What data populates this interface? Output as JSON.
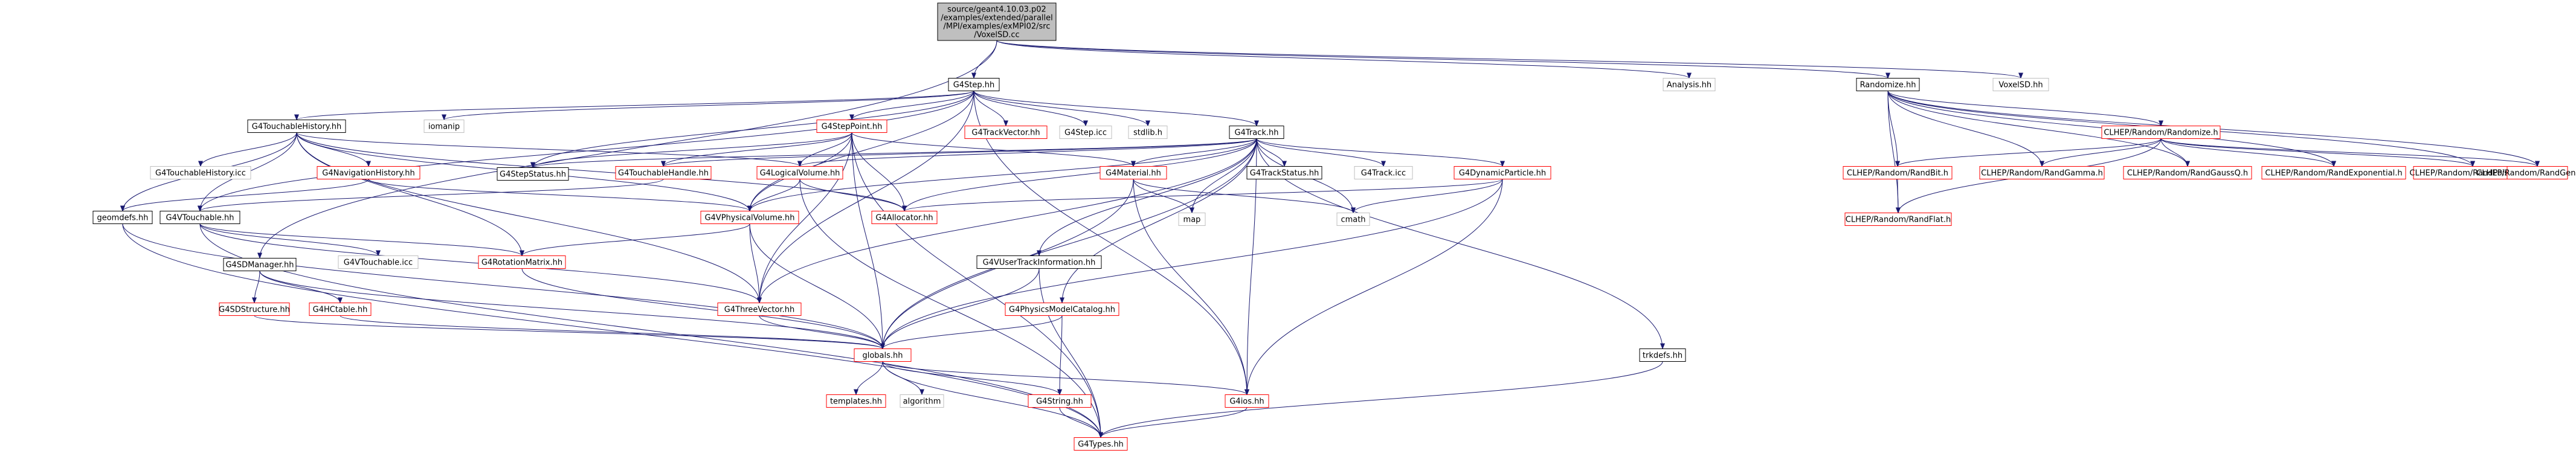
{
  "graph": {
    "colors": {
      "background": "#ffffff",
      "text": "#000000",
      "edge": "#191970",
      "root_fill": "#bfbfbf",
      "normal_border": "#000000",
      "unexpanded_border": "#ff0000",
      "leaf_border": "#bfbfbf"
    },
    "root": {
      "id": "root",
      "lines": [
        "source/geant4.10.03.p02",
        "/examples/extended/parallel",
        "/MPI/examples/exMPI02/src",
        "/VoxelSD.cc"
      ]
    },
    "nodes": [
      {
        "id": "g4step",
        "label": "G4Step.hh",
        "style": "normal"
      },
      {
        "id": "randomize",
        "label": "Randomize.hh",
        "style": "normal"
      },
      {
        "id": "analysis",
        "label": "Analysis.hh",
        "style": "leaf"
      },
      {
        "id": "voxelsd",
        "label": "VoxelSD.hh",
        "style": "leaf"
      },
      {
        "id": "g4touchhist",
        "label": "G4TouchableHistory.hh",
        "style": "normal"
      },
      {
        "id": "iomanip",
        "label": "iomanip",
        "style": "leaf"
      },
      {
        "id": "g4steppoint",
        "label": "G4StepPoint.hh",
        "style": "red"
      },
      {
        "id": "g4trackvector",
        "label": "G4TrackVector.hh",
        "style": "red"
      },
      {
        "id": "g4stepicc",
        "label": "G4Step.icc",
        "style": "leaf"
      },
      {
        "id": "stdlib",
        "label": "stdlib.h",
        "style": "leaf"
      },
      {
        "id": "g4track",
        "label": "G4Track.hh",
        "style": "normal"
      },
      {
        "id": "clhep_randomize",
        "label": "CLHEP/Random/Randomize.h",
        "style": "red"
      },
      {
        "id": "g4touchhisticc",
        "label": "G4TouchableHistory.icc",
        "style": "leaf"
      },
      {
        "id": "g4navhist",
        "label": "G4NavigationHistory.hh",
        "style": "red"
      },
      {
        "id": "g4stepstatus",
        "label": "G4StepStatus.hh",
        "style": "normal"
      },
      {
        "id": "g4touchhandle",
        "label": "G4TouchableHandle.hh",
        "style": "red"
      },
      {
        "id": "g4logvol",
        "label": "G4LogicalVolume.hh",
        "style": "red"
      },
      {
        "id": "g4material",
        "label": "G4Material.hh",
        "style": "red"
      },
      {
        "id": "g4trackstatus",
        "label": "G4TrackStatus.hh",
        "style": "normal"
      },
      {
        "id": "g4trackicc",
        "label": "G4Track.icc",
        "style": "leaf"
      },
      {
        "id": "g4dynparticle",
        "label": "G4DynamicParticle.hh",
        "style": "red"
      },
      {
        "id": "randbit",
        "label": "CLHEP/Random/RandBit.h",
        "style": "red"
      },
      {
        "id": "randgamma",
        "label": "CLHEP/Random/RandGamma.h",
        "style": "red"
      },
      {
        "id": "randgaussq",
        "label": "CLHEP/Random/RandGaussQ.h",
        "style": "red"
      },
      {
        "id": "randexp",
        "label": "CLHEP/Random/RandExponential.h",
        "style": "red"
      },
      {
        "id": "randpoissonq",
        "label": "CLHEP/Random/RandPoissonQ.h",
        "style": "red"
      },
      {
        "id": "randgeneral",
        "label": "CLHEP/Random/RandGeneral.h",
        "style": "red"
      },
      {
        "id": "geomdefs",
        "label": "geomdefs.hh",
        "style": "normal"
      },
      {
        "id": "g4vtouchable",
        "label": "G4VTouchable.hh",
        "style": "normal"
      },
      {
        "id": "g4vphysvol",
        "label": "G4VPhysicalVolume.hh",
        "style": "red"
      },
      {
        "id": "g4allocator",
        "label": "G4Allocator.hh",
        "style": "red"
      },
      {
        "id": "map",
        "label": "map",
        "style": "leaf"
      },
      {
        "id": "cmath",
        "label": "cmath",
        "style": "leaf"
      },
      {
        "id": "randflat",
        "label": "CLHEP/Random/RandFlat.h",
        "style": "red"
      },
      {
        "id": "g4vtouchicc",
        "label": "G4VTouchable.icc",
        "style": "leaf"
      },
      {
        "id": "g4rotmatrix",
        "label": "G4RotationMatrix.hh",
        "style": "red"
      },
      {
        "id": "g4vusertrackinfo",
        "label": "G4VUserTrackInformation.hh",
        "style": "normal"
      },
      {
        "id": "g4sdmanager",
        "label": "G4SDManager.hh",
        "style": "normal"
      },
      {
        "id": "g4sdstructure",
        "label": "G4SDStructure.hh",
        "style": "red"
      },
      {
        "id": "g4hctable",
        "label": "G4HCtable.hh",
        "style": "red"
      },
      {
        "id": "g4threevector",
        "label": "G4ThreeVector.hh",
        "style": "red"
      },
      {
        "id": "g4physmodelcat",
        "label": "G4PhysicsModelCatalog.hh",
        "style": "red"
      },
      {
        "id": "trkdefs",
        "label": "trkdefs.hh",
        "style": "normal"
      },
      {
        "id": "globals",
        "label": "globals.hh",
        "style": "red"
      },
      {
        "id": "templates",
        "label": "templates.hh",
        "style": "red"
      },
      {
        "id": "algorithm",
        "label": "algorithm",
        "style": "leaf"
      },
      {
        "id": "g4string",
        "label": "G4String.hh",
        "style": "red"
      },
      {
        "id": "g4ios",
        "label": "G4ios.hh",
        "style": "red"
      },
      {
        "id": "g4types",
        "label": "G4Types.hh",
        "style": "red"
      }
    ],
    "edges": [
      [
        "root",
        "g4step"
      ],
      [
        "root",
        "randomize"
      ],
      [
        "root",
        "analysis"
      ],
      [
        "root",
        "voxelsd"
      ],
      [
        "root",
        "g4sdmanager"
      ],
      [
        "g4step",
        "g4touchhist"
      ],
      [
        "g4step",
        "iomanip"
      ],
      [
        "g4step",
        "g4steppoint"
      ],
      [
        "g4step",
        "g4trackvector"
      ],
      [
        "g4step",
        "g4stepicc"
      ],
      [
        "g4step",
        "stdlib"
      ],
      [
        "g4step",
        "g4track"
      ],
      [
        "g4step",
        "g4vtouchable"
      ],
      [
        "g4step",
        "g4vphysvol"
      ],
      [
        "g4step",
        "g4threevector"
      ],
      [
        "g4step",
        "g4ios"
      ],
      [
        "g4step",
        "g4stepstatus"
      ],
      [
        "randomize",
        "clhep_randomize"
      ],
      [
        "randomize",
        "randbit"
      ],
      [
        "randomize",
        "randgamma"
      ],
      [
        "randomize",
        "randgaussq"
      ],
      [
        "randomize",
        "randexp"
      ],
      [
        "randomize",
        "randpoissonq"
      ],
      [
        "randomize",
        "randgeneral"
      ],
      [
        "randomize",
        "randflat"
      ],
      [
        "clhep_randomize",
        "randbit"
      ],
      [
        "clhep_randomize",
        "randgamma"
      ],
      [
        "clhep_randomize",
        "randgaussq"
      ],
      [
        "clhep_randomize",
        "randexp"
      ],
      [
        "clhep_randomize",
        "randpoissonq"
      ],
      [
        "clhep_randomize",
        "randgeneral"
      ],
      [
        "clhep_randomize",
        "randflat"
      ],
      [
        "randbit",
        "randflat"
      ],
      [
        "g4touchhist",
        "g4touchhisticc"
      ],
      [
        "g4touchhist",
        "g4navhist"
      ],
      [
        "g4touchhist",
        "geomdefs"
      ],
      [
        "g4touchhist",
        "g4vtouchable"
      ],
      [
        "g4touchhist",
        "g4logvol"
      ],
      [
        "g4touchhist",
        "g4vphysvol"
      ],
      [
        "g4touchhist",
        "g4rotmatrix"
      ],
      [
        "g4touchhist",
        "g4threevector"
      ],
      [
        "g4touchhist",
        "g4allocator"
      ],
      [
        "g4steppoint",
        "g4stepstatus"
      ],
      [
        "g4steppoint",
        "g4touchhandle"
      ],
      [
        "g4steppoint",
        "g4logvol"
      ],
      [
        "g4steppoint",
        "g4vphysvol"
      ],
      [
        "g4steppoint",
        "g4material"
      ],
      [
        "g4steppoint",
        "g4threevector"
      ],
      [
        "g4steppoint",
        "g4allocator"
      ],
      [
        "g4steppoint",
        "globals"
      ],
      [
        "g4steppoint",
        "g4types"
      ],
      [
        "g4track",
        "g4stepstatus"
      ],
      [
        "g4track",
        "g4touchhandle"
      ],
      [
        "g4track",
        "g4logvol"
      ],
      [
        "g4track",
        "g4material"
      ],
      [
        "g4track",
        "g4trackstatus"
      ],
      [
        "g4track",
        "g4trackicc"
      ],
      [
        "g4track",
        "g4dynparticle"
      ],
      [
        "g4track",
        "g4vphysvol"
      ],
      [
        "g4track",
        "g4allocator"
      ],
      [
        "g4track",
        "map"
      ],
      [
        "g4track",
        "cmath"
      ],
      [
        "g4track",
        "g4vusertrackinfo"
      ],
      [
        "g4track",
        "g4physmodelcat"
      ],
      [
        "g4track",
        "trkdefs"
      ],
      [
        "g4track",
        "g4threevector"
      ],
      [
        "g4track",
        "globals"
      ],
      [
        "g4track",
        "g4ios"
      ],
      [
        "g4navhist",
        "g4vphysvol"
      ],
      [
        "g4navhist",
        "geomdefs"
      ],
      [
        "g4touchhandle",
        "g4vtouchable"
      ],
      [
        "g4logvol",
        "g4vphysvol"
      ],
      [
        "g4logvol",
        "g4allocator"
      ],
      [
        "g4logvol",
        "g4types"
      ],
      [
        "g4material",
        "map"
      ],
      [
        "g4material",
        "cmath"
      ],
      [
        "g4material",
        "globals"
      ],
      [
        "g4material",
        "g4ios"
      ],
      [
        "g4dynparticle",
        "g4allocator"
      ],
      [
        "g4dynparticle",
        "cmath"
      ],
      [
        "g4dynparticle",
        "globals"
      ],
      [
        "g4dynparticle",
        "g4ios"
      ],
      [
        "geomdefs",
        "globals"
      ],
      [
        "geomdefs",
        "g4types"
      ],
      [
        "g4vtouchable",
        "g4vtouchicc"
      ],
      [
        "g4vtouchable",
        "g4rotmatrix"
      ],
      [
        "g4vtouchable",
        "g4threevector"
      ],
      [
        "g4vtouchable",
        "g4types"
      ],
      [
        "g4vphysvol",
        "g4rotmatrix"
      ],
      [
        "g4vphysvol",
        "g4threevector"
      ],
      [
        "g4vphysvol",
        "globals"
      ],
      [
        "g4rotmatrix",
        "globals"
      ],
      [
        "g4vusertrackinfo",
        "globals"
      ],
      [
        "g4vusertrackinfo",
        "g4types"
      ],
      [
        "g4sdmanager",
        "g4sdstructure"
      ],
      [
        "g4sdmanager",
        "g4hctable"
      ],
      [
        "g4sdmanager",
        "globals"
      ],
      [
        "g4sdstructure",
        "globals"
      ],
      [
        "g4hctable",
        "globals"
      ],
      [
        "g4threevector",
        "globals"
      ],
      [
        "g4physmodelcat",
        "globals"
      ],
      [
        "g4physmodelcat",
        "g4string"
      ],
      [
        "trkdefs",
        "g4types"
      ],
      [
        "globals",
        "templates"
      ],
      [
        "globals",
        "algorithm"
      ],
      [
        "globals",
        "g4string"
      ],
      [
        "globals",
        "g4ios"
      ],
      [
        "globals",
        "g4types"
      ],
      [
        "g4string",
        "g4types"
      ],
      [
        "g4ios",
        "g4types"
      ]
    ]
  }
}
